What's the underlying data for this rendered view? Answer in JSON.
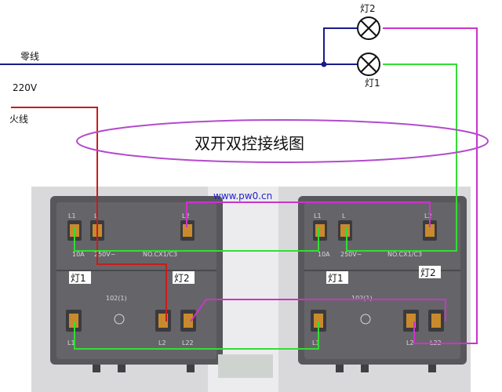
{
  "labels": {
    "neutral": "零线",
    "voltage": "220V",
    "live": "火线",
    "lamp1": "灯1",
    "lamp2": "灯2",
    "title": "双开双控接线图",
    "watermark": "www.pw0.cn"
  },
  "switch_left": {
    "lamp1_tag": "灯1",
    "lamp2_tag": "灯2",
    "term_l1_top": "L1",
    "term_l_top": "L",
    "term_l2_right": "L2",
    "term_l1_bottom": "L1",
    "term_l2_bottom": "L2",
    "term_l22_bottom": "L22",
    "rating": "10A",
    "voltage_mark": "250V~",
    "model": "NO.CX1/C3",
    "code": "102(1)"
  },
  "switch_right": {
    "lamp1_tag": "灯1",
    "lamp2_tag": "灯2",
    "term_l1_top": "L1",
    "term_l_top": "L",
    "term_l2_right": "L2",
    "term_l1_bottom": "L1",
    "term_l2_bottom": "L2",
    "term_l22_bottom": "L22",
    "rating": "10A",
    "voltage_mark": "250V~",
    "model": "NO.CX1/C3",
    "code": "102(1)"
  },
  "colors": {
    "neutral": "#1a1a8c",
    "live": "#cc1a1a",
    "green": "#33dd33",
    "magenta": "#cc33cc",
    "title_ellipse": "#b24bcc",
    "plate": "#5c5c60"
  }
}
